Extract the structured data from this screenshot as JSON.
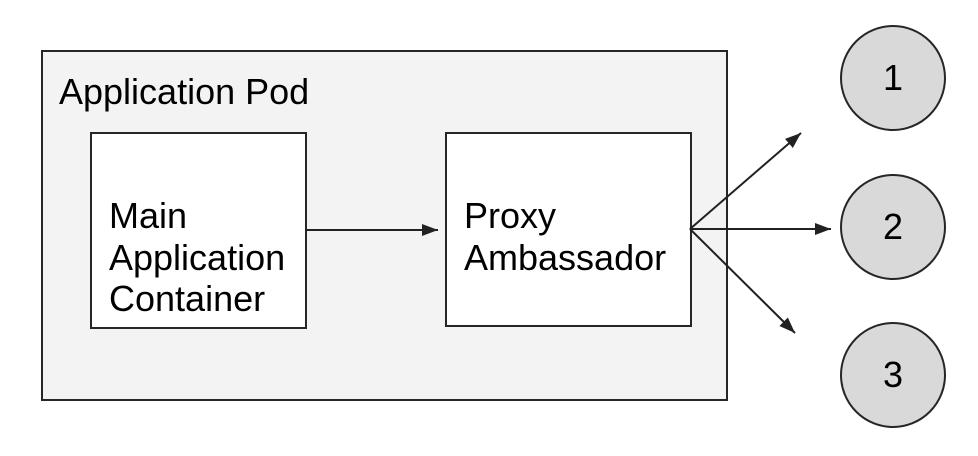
{
  "colors": {
    "background": "#ffffff",
    "pod_fill": "#f3f3f3",
    "node_fill": "#ffffff",
    "endpoint_fill": "#d9d9d9",
    "stroke": "#262626",
    "text": "#000000"
  },
  "diagram": {
    "pod": {
      "label": "Application Pod"
    },
    "nodes": [
      {
        "id": "main-application-container",
        "lines": [
          "Main",
          "Application",
          "Container"
        ]
      },
      {
        "id": "proxy-ambassador",
        "lines": [
          "Proxy",
          "Ambassador"
        ]
      }
    ],
    "endpoints": [
      {
        "id": "endpoint-1",
        "label": "1"
      },
      {
        "id": "endpoint-2",
        "label": "2"
      },
      {
        "id": "endpoint-3",
        "label": "3"
      }
    ],
    "connections": [
      {
        "from": "main-application-container",
        "to": "proxy-ambassador"
      },
      {
        "from": "proxy-ambassador",
        "to": "endpoint-1"
      },
      {
        "from": "proxy-ambassador",
        "to": "endpoint-2"
      },
      {
        "from": "proxy-ambassador",
        "to": "endpoint-3"
      }
    ]
  }
}
